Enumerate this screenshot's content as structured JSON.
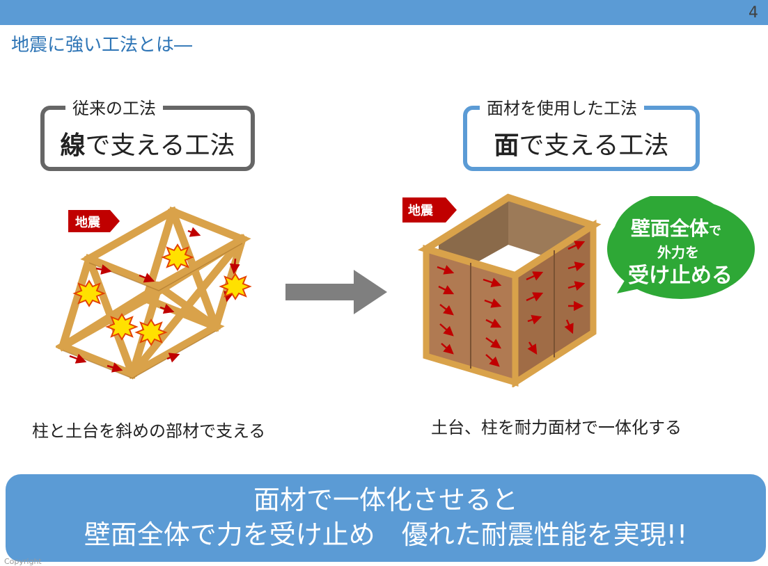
{
  "page": {
    "number": "4",
    "title": "地震に強い工法とは―"
  },
  "left": {
    "box_subtitle": "従来の工法",
    "box_bold": "線",
    "box_rest": "で支える工法",
    "quake_label": "地震",
    "caption": "柱と土台を斜めの部材で支える"
  },
  "right": {
    "box_subtitle": "面材を使用した工法",
    "box_bold": "面",
    "box_rest": "で支える工法",
    "quake_label": "地震",
    "caption": "土台、柱を耐力面材で一体化する",
    "bubble": {
      "line1_big": "壁面全体",
      "line1_small": "で",
      "line2": "外力を",
      "line3": "受け止める"
    }
  },
  "banner": {
    "line1": "面材で一体化させると",
    "line2": "壁面全体で力を受け止め　優れた耐震性能を実現!!"
  },
  "footer": {
    "copyright": "Copyright"
  },
  "colors": {
    "header": "#5b9bd5",
    "title": "#2e75b6",
    "wood": "#d9a24a",
    "wood_dark": "#a8742c",
    "panel": "#b07a52",
    "quake_tag": "#c00000",
    "bubble": "#2ea836",
    "arrow": "#7f7f7f"
  }
}
